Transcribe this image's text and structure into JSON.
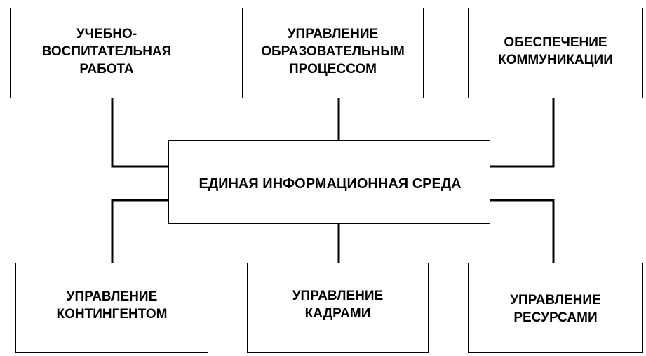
{
  "diagram": {
    "center": {
      "label": "ЕДИНАЯ ИНФОРМАЦИОННАЯ СРЕДА"
    },
    "top_boxes": [
      {
        "label": "УЧЕБНО-\nВОСПИТАТЕЛЬНАЯ\nРАБОТА"
      },
      {
        "label": "УПРАВЛЕНИЕ\nОБРАЗОВАТЕЛЬНЫМ\nПРОЦЕССОМ"
      },
      {
        "label": "ОБЕСПЕЧЕНИЕ\nКОММУНИКАЦИИ"
      }
    ],
    "bottom_boxes": [
      {
        "label": "УПРАВЛЕНИЕ\nКОНТИНГЕНТОМ"
      },
      {
        "label": "УПРАВЛЕНИЕ\nКАДРАМИ"
      },
      {
        "label": "УПРАВЛЕНИЕ\nРЕСУРСАМИ"
      }
    ],
    "colors": {
      "line": "#000000",
      "box_border": "#000000",
      "background": "#ffffff",
      "text": "#000000"
    }
  }
}
